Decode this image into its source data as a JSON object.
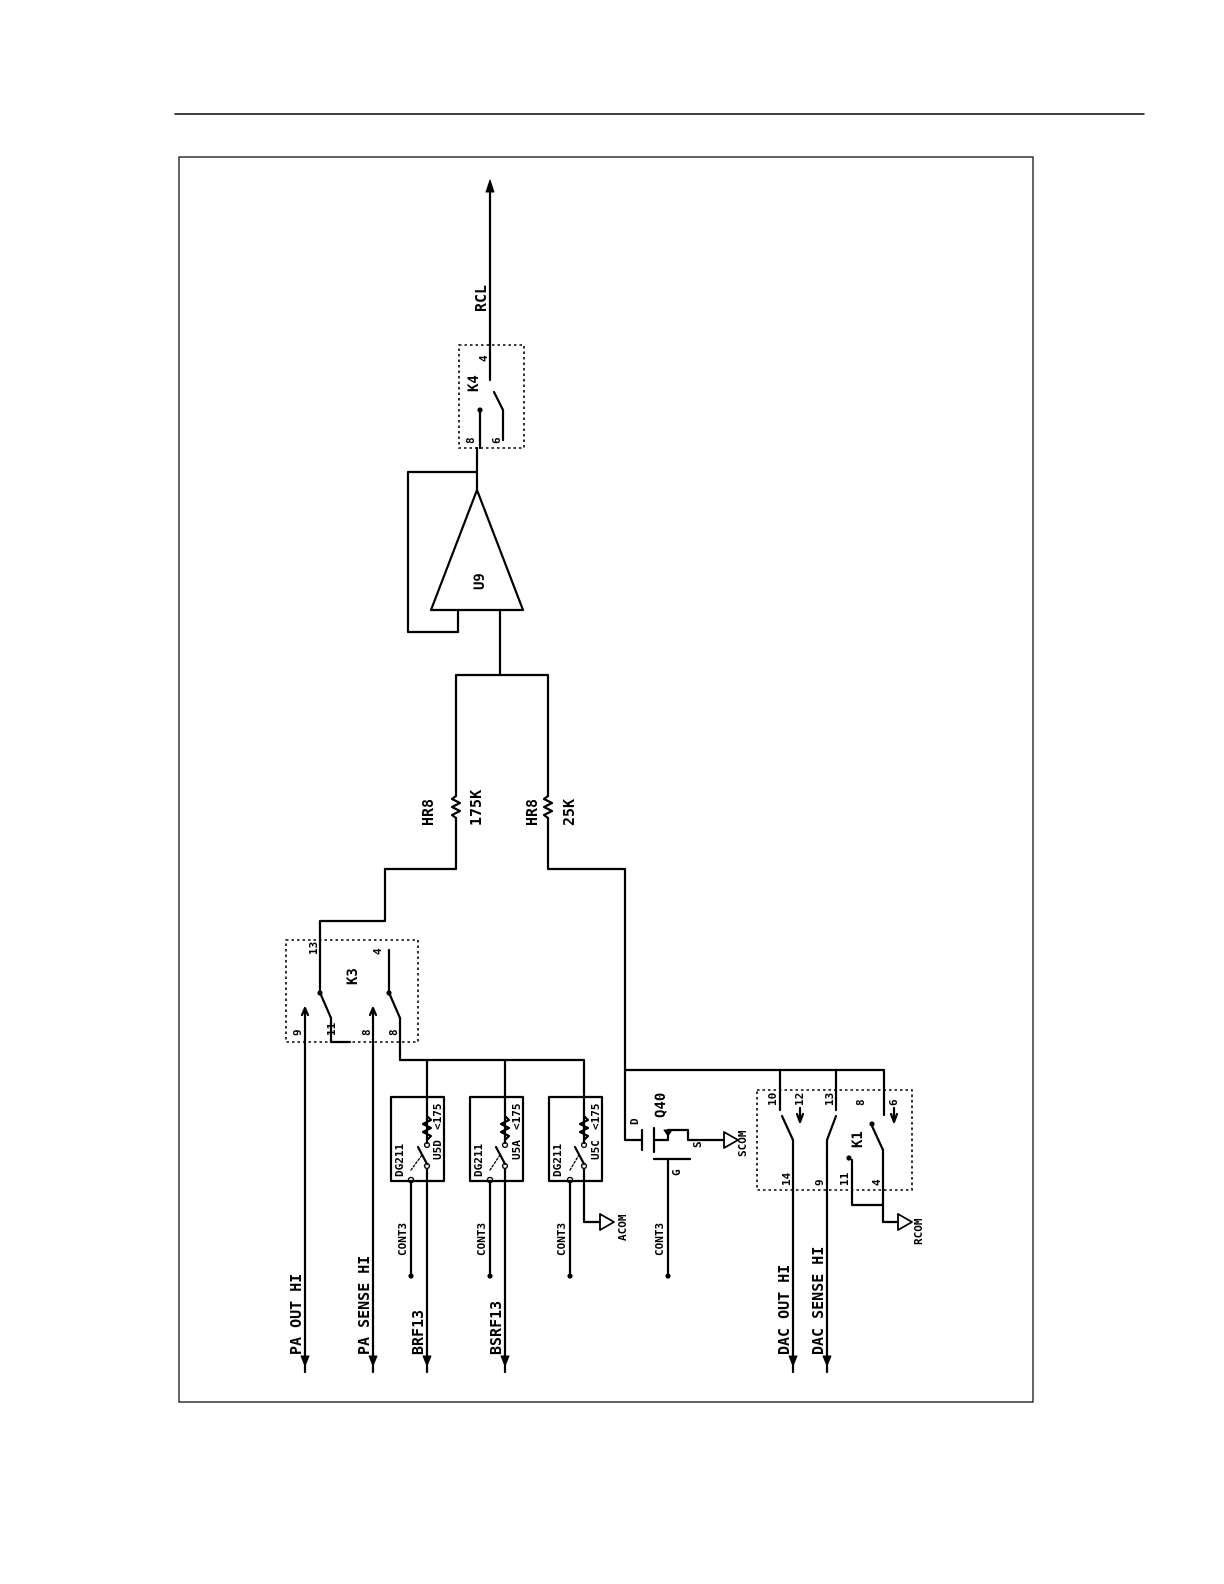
{
  "signals": {
    "pa_out_hi": "PA OUT HI",
    "pa_sense_hi": "PA SENSE HI",
    "brf13": "BRF13",
    "bsrf13": "BSRF13",
    "dac_out_hi": "DAC OUT HI",
    "dac_sense_hi": "DAC SENSE HI",
    "rcl": "RCL"
  },
  "control": {
    "cont3_a": "CONT3",
    "cont3_b": "CONT3",
    "cont3_c": "CONT3",
    "cont3_d": "CONT3"
  },
  "grounds": {
    "acom": "ACOM",
    "scom": "SCOM",
    "rcom": "RCOM"
  },
  "relays": {
    "k3": {
      "ref": "K3",
      "pins": [
        "9",
        "11",
        "8",
        "8",
        "13",
        "4"
      ]
    },
    "k4": {
      "ref": "K4",
      "pins": [
        "8",
        "6",
        "4"
      ]
    },
    "k1": {
      "ref": "K1",
      "pins": [
        "14",
        "9",
        "11",
        "4",
        "10",
        "12",
        "13",
        "8",
        "6"
      ]
    }
  },
  "switches": [
    {
      "chip": "DG211",
      "ref": "U5D",
      "res": "<175"
    },
    {
      "chip": "DG211",
      "ref": "U5A",
      "res": "<175"
    },
    {
      "chip": "DG211",
      "ref": "U5C",
      "res": "<175"
    }
  ],
  "transistor": {
    "ref": "Q40",
    "d": "D",
    "g": "G",
    "s": "S"
  },
  "amplifier": {
    "ref": "U9"
  },
  "resistors": {
    "r1": {
      "ref": "HR8",
      "value": "175K"
    },
    "r2": {
      "ref": "HR8",
      "value": "25K"
    }
  }
}
